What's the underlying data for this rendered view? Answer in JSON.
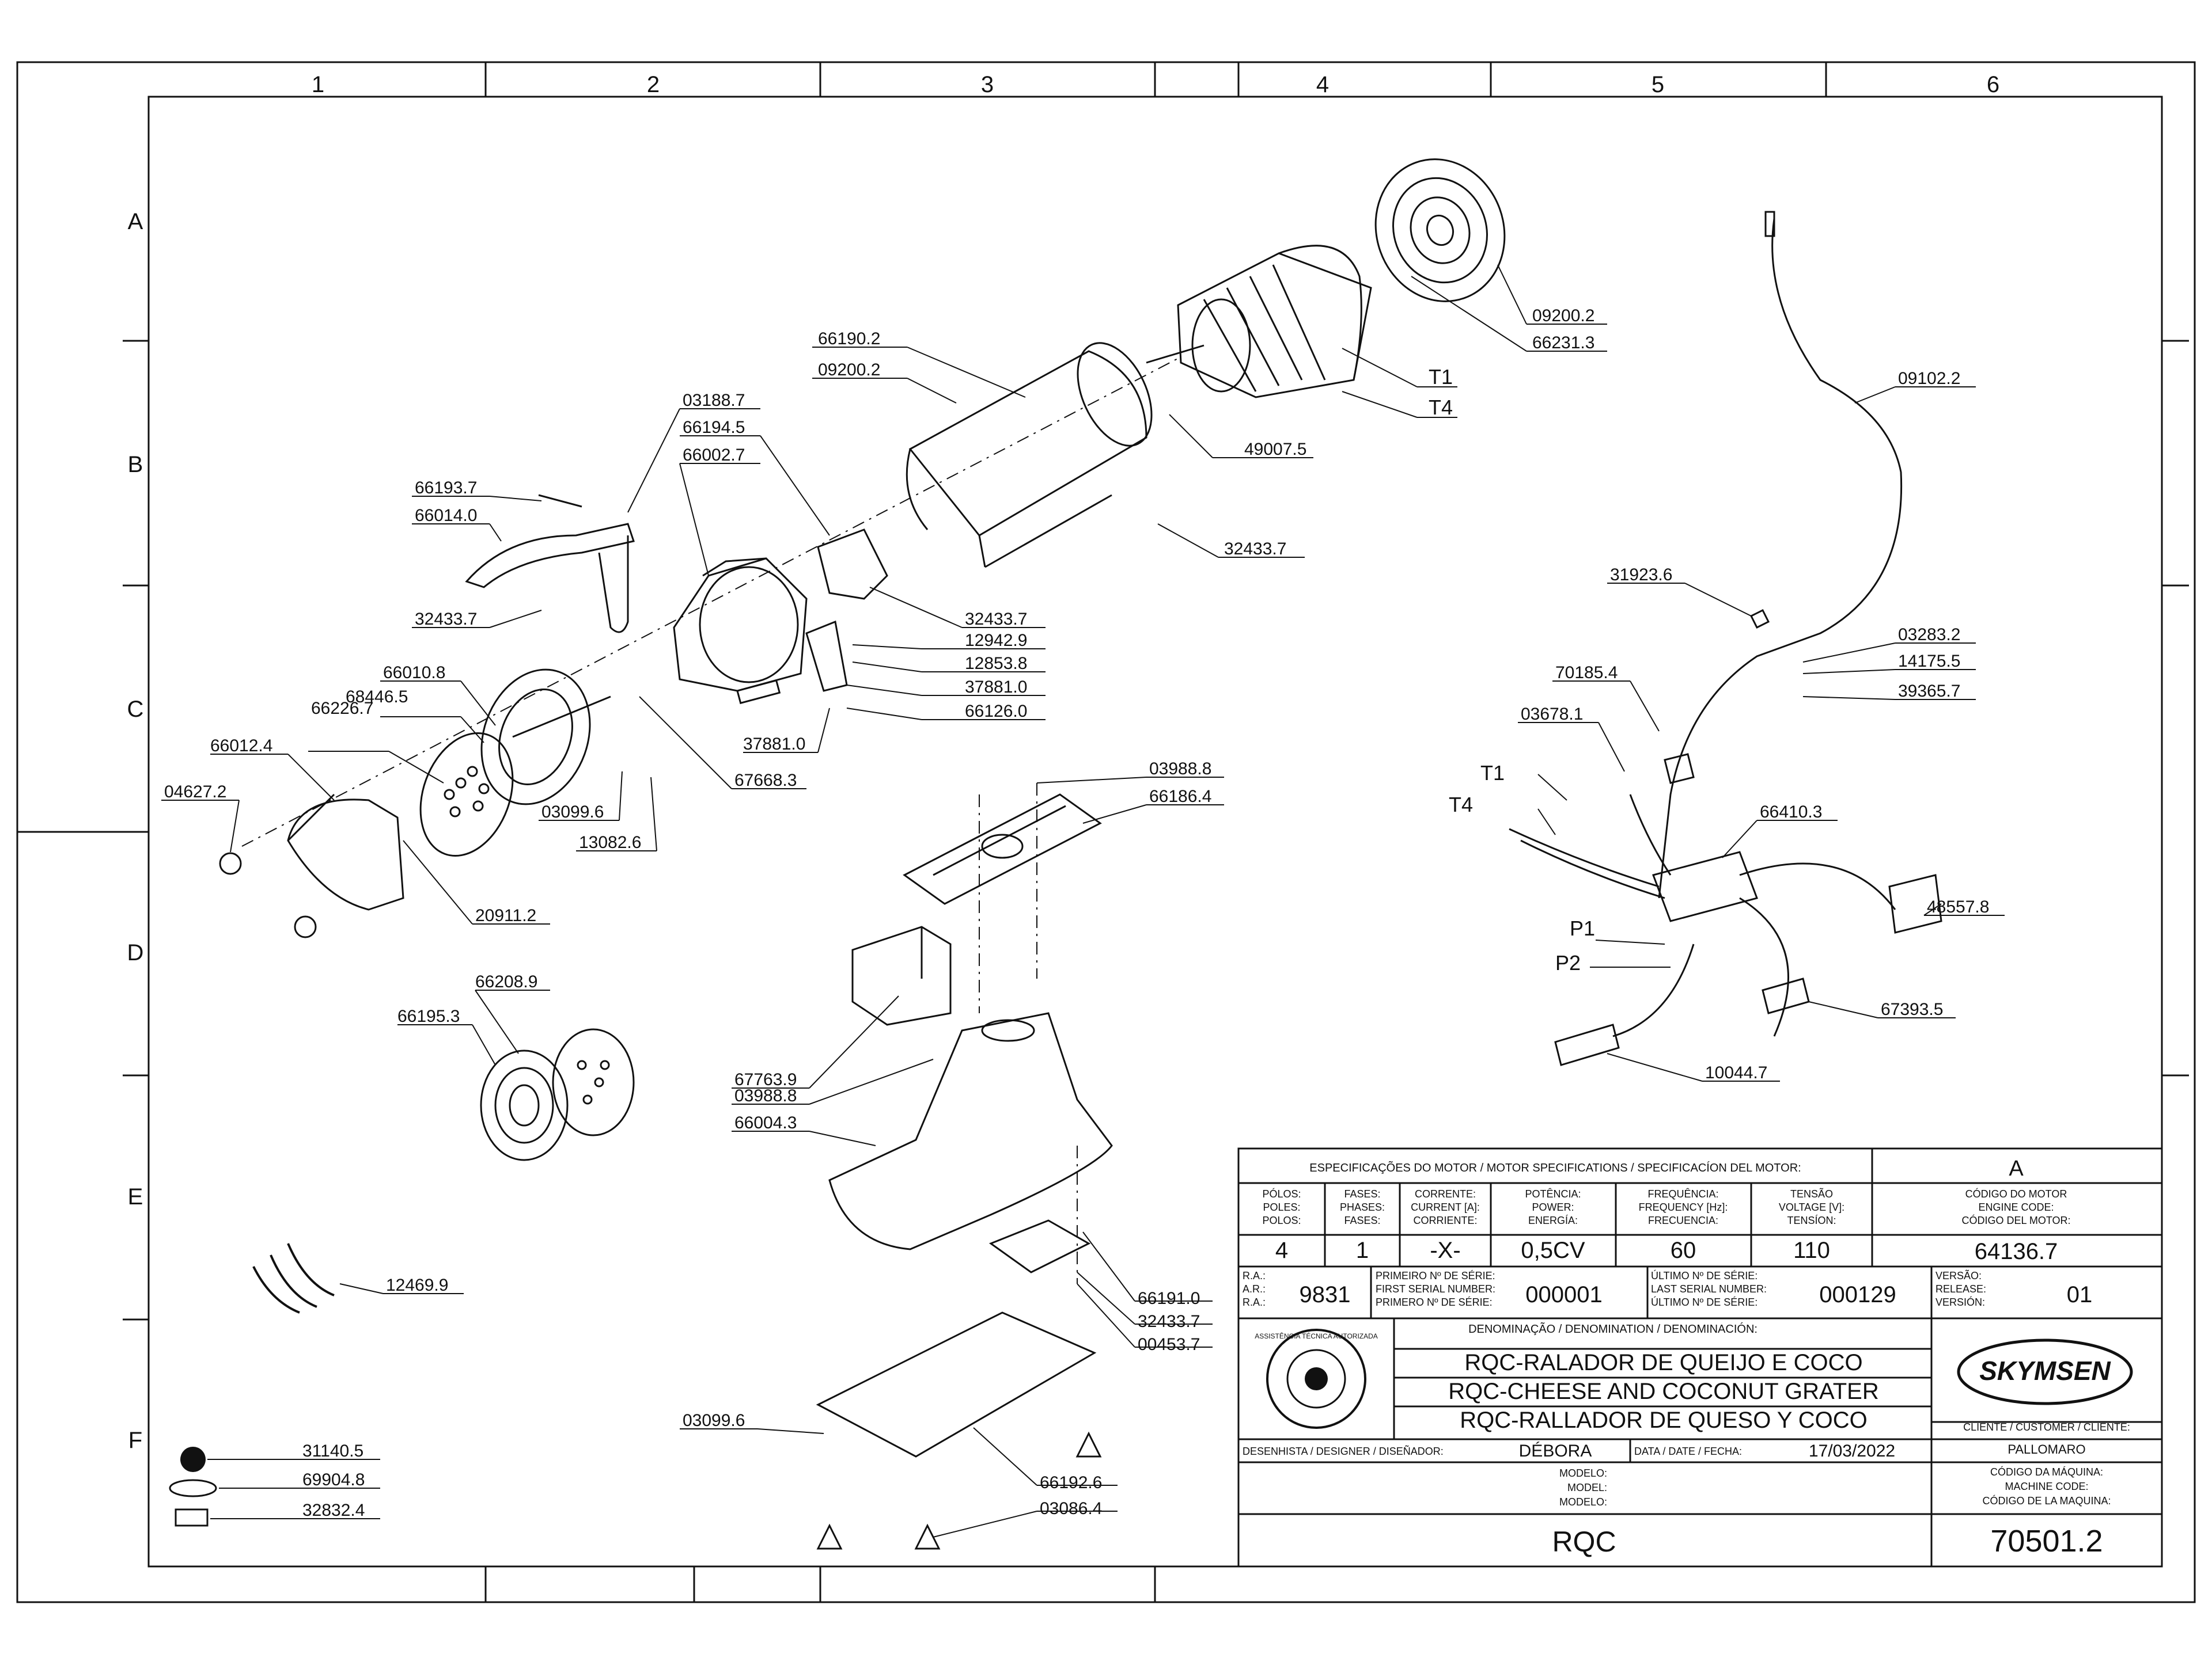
{
  "frame": {
    "columns": [
      "1",
      "2",
      "3",
      "4",
      "5",
      "6"
    ],
    "rows": [
      "A",
      "B",
      "C",
      "D",
      "E",
      "F"
    ]
  },
  "labels": [
    {
      "id": "66190.2",
      "text": "66190.2"
    },
    {
      "id": "09200.2-a",
      "text": "09200.2"
    },
    {
      "id": "09200.2-b",
      "text": "09200.2"
    },
    {
      "id": "66231.3",
      "text": "66231.3"
    },
    {
      "id": "T1-motor",
      "text": "T1"
    },
    {
      "id": "T4-motor",
      "text": "T4"
    },
    {
      "id": "49007.5",
      "text": "49007.5"
    },
    {
      "id": "32433.7-a",
      "text": "32433.7"
    },
    {
      "id": "03188.7",
      "text": "03188.7"
    },
    {
      "id": "66194.5",
      "text": "66194.5"
    },
    {
      "id": "66002.7",
      "text": "66002.7"
    },
    {
      "id": "66193.7",
      "text": "66193.7"
    },
    {
      "id": "66014.0",
      "text": "66014.0"
    },
    {
      "id": "32433.7-b",
      "text": "32433.7"
    },
    {
      "id": "32433.7-c",
      "text": "32433.7"
    },
    {
      "id": "12942.9",
      "text": "12942.9"
    },
    {
      "id": "12853.8",
      "text": "12853.8"
    },
    {
      "id": "37881.0-a",
      "text": "37881.0"
    },
    {
      "id": "66126.0",
      "text": "66126.0"
    },
    {
      "id": "37881.0-b",
      "text": "37881.0"
    },
    {
      "id": "66010.8",
      "text": "66010.8"
    },
    {
      "id": "68446.5",
      "text": "68446.5"
    },
    {
      "id": "66226.7",
      "text": "66226.7"
    },
    {
      "id": "66012.4",
      "text": "66012.4"
    },
    {
      "id": "04627.2",
      "text": "04627.2"
    },
    {
      "id": "67668.3",
      "text": "67668.3"
    },
    {
      "id": "03099.6-a",
      "text": "03099.6"
    },
    {
      "id": "13082.6",
      "text": "13082.6"
    },
    {
      "id": "20911.2",
      "text": "20911.2"
    },
    {
      "id": "03988.8-a",
      "text": "03988.8"
    },
    {
      "id": "66186.4",
      "text": "66186.4"
    },
    {
      "id": "66208.9",
      "text": "66208.9"
    },
    {
      "id": "66195.3",
      "text": "66195.3"
    },
    {
      "id": "67763.9",
      "text": "67763.9"
    },
    {
      "id": "03988.8-b",
      "text": "03988.8"
    },
    {
      "id": "66004.3",
      "text": "66004.3"
    },
    {
      "id": "12469.9",
      "text": "12469.9"
    },
    {
      "id": "66191.0",
      "text": "66191.0"
    },
    {
      "id": "32433.7-d",
      "text": "32433.7"
    },
    {
      "id": "00453.7",
      "text": "00453.7"
    },
    {
      "id": "03099.6-b",
      "text": "03099.6"
    },
    {
      "id": "66192.6",
      "text": "66192.6"
    },
    {
      "id": "03086.4",
      "text": "03086.4"
    },
    {
      "id": "31140.5",
      "text": "31140.5"
    },
    {
      "id": "69904.8",
      "text": "69904.8"
    },
    {
      "id": "32832.4",
      "text": "32832.4"
    },
    {
      "id": "09102.2",
      "text": "09102.2"
    },
    {
      "id": "31923.6",
      "text": "31923.6"
    },
    {
      "id": "03283.2",
      "text": "03283.2"
    },
    {
      "id": "14175.5",
      "text": "14175.5"
    },
    {
      "id": "39365.7",
      "text": "39365.7"
    },
    {
      "id": "70185.4",
      "text": "70185.4"
    },
    {
      "id": "03678.1",
      "text": "03678.1"
    },
    {
      "id": "T1-board",
      "text": "T1"
    },
    {
      "id": "T4-board",
      "text": "T4"
    },
    {
      "id": "66410.3",
      "text": "66410.3"
    },
    {
      "id": "48557.8",
      "text": "48557.8"
    },
    {
      "id": "P1",
      "text": "P1"
    },
    {
      "id": "P2",
      "text": "P2"
    },
    {
      "id": "67393.5",
      "text": "67393.5"
    },
    {
      "id": "10044.7",
      "text": "10044.7"
    }
  ],
  "title_block": {
    "motor_spec_header": "ESPECIFICAÇÕES DO MOTOR / MOTOR SPECIFICATIONS / SPECIFICACÍON DEL MOTOR:",
    "revision_letter": "A",
    "columns": [
      {
        "l1": "PÓLOS:",
        "l2": "POLES:",
        "l3": "POLOS:",
        "value": "4"
      },
      {
        "l1": "FASES:",
        "l2": "PHASES:",
        "l3": "FASES:",
        "value": "1"
      },
      {
        "l1": "CORRENTE:",
        "l2": "CURRENT [A]:",
        "l3": "CORRIENTE:",
        "value": "-X-"
      },
      {
        "l1": "POTÊNCIA:",
        "l2": "POWER:",
        "l3": "ENERGÍA:",
        "value": "0,5CV"
      },
      {
        "l1": "FREQUÊNCIA:",
        "l2": "FREQUENCY [Hz]:",
        "l3": "FRECUENCIA:",
        "value": "60"
      },
      {
        "l1": "TENSÃO",
        "l2": "VOLTAGE [V]:",
        "l3": "TENSÍON:",
        "value": "110"
      }
    ],
    "engine_code": {
      "l1": "CÓDIGO DO MOTOR",
      "l2": "ENGINE CODE:",
      "l3": "CÓDIGO DEL MOTOR:",
      "value": "64136.7"
    },
    "ra": {
      "l1": "R.A.:",
      "l2": "A.R.:",
      "l3": "R.A.:",
      "value": "9831"
    },
    "first_serial": {
      "l1": "PRIMEIRO Nº DE SÉRIE:",
      "l2": "FIRST SERIAL NUMBER:",
      "l3": "PRIMERO Nº DE SÉRIE:",
      "value": "000001"
    },
    "last_serial": {
      "l1": "ÚLTIMO Nº DE SÉRIE:",
      "l2": "LAST SERIAL NUMBER:",
      "l3": "ÚLTIMO Nº DE SÉRIE:",
      "value": "000129"
    },
    "version": {
      "l1": "VERSÃO:",
      "l2": "RELEASE:",
      "l3": "VERSIÓN:",
      "value": "01"
    },
    "denomination_header": "DENOMINAÇÃO / DENOMINATION / DENOMINACIÓN:",
    "names": [
      "RQC-RALADOR DE QUEIJO E COCO",
      "RQC-CHEESE AND COCONUT GRATER",
      "RQC-RALLADOR DE QUESO Y COCO"
    ],
    "stamp_text": "ASSISTÊNCIA TÉCNICA AUTORIZADA",
    "brand": "SKYMSEN",
    "client_label": "CLIENTE / CUSTOMER / CLIENTE:",
    "client_value": "PALLOMARO",
    "designer_label": "DESENHISTA / DESIGNER / DISEÑADOR:",
    "designer_value": "DÉBORA",
    "date_label": "DATA / DATE / FECHA:",
    "date_value": "17/03/2022",
    "model_labels": [
      "MODELO:",
      "MODEL:",
      "MODELO:"
    ],
    "machine_code_labels": [
      "CÓDIGO DA MÁQUINA:",
      "MACHINE CODE:",
      "CÓDIGO DE LA MAQUINA:"
    ],
    "model_value": "RQC",
    "machine_code_value": "70501.2"
  }
}
